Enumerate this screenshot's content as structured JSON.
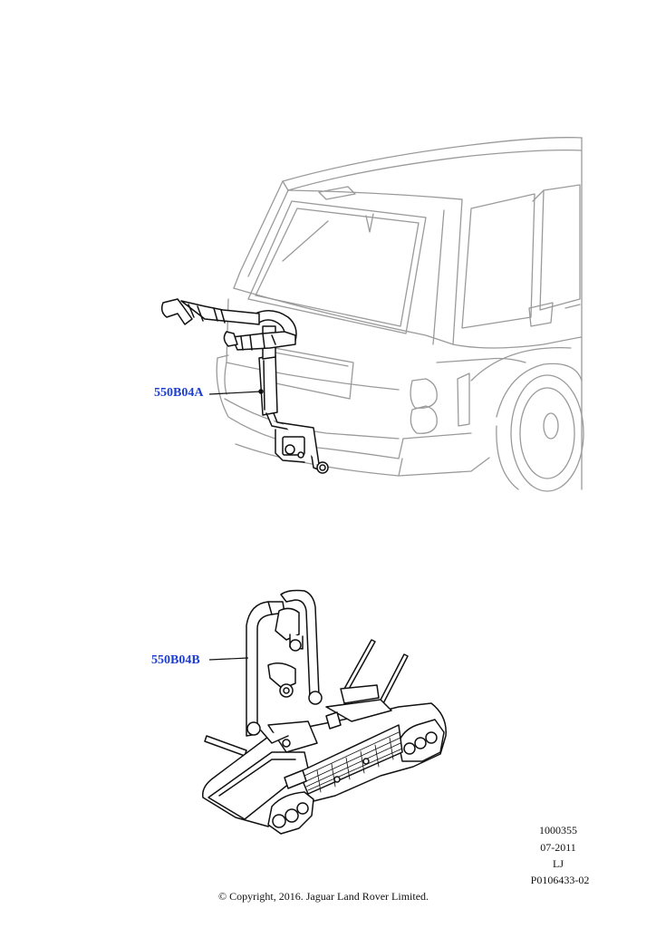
{
  "callouts": {
    "upper": "550B04A",
    "lower": "550B04B"
  },
  "reference": {
    "line1": "1000355",
    "line2": "07-2011",
    "line3": "LJ",
    "line4": "P0106433-02"
  },
  "copyright": "© Copyright, 2016. Jaguar Land Rover Limited.",
  "colors": {
    "callout": "#1d3fd0",
    "vehicle_outline": "#9a9a9a",
    "part_outline": "#111111"
  }
}
